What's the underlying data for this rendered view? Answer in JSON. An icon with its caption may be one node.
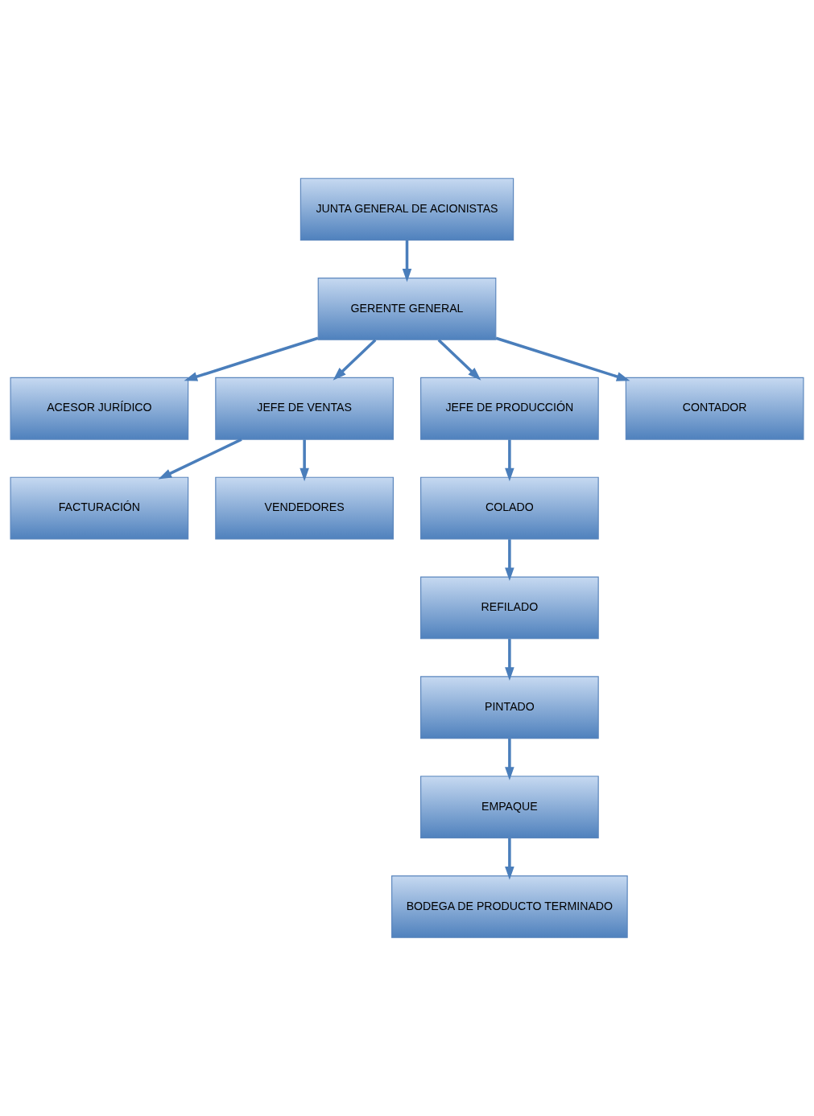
{
  "diagram": {
    "nodes": [
      {
        "text": [
          "JUNTA GENERAL DE ACIONISTAS"
        ]
      },
      {
        "text": [
          "GERENTE GENERAL"
        ]
      },
      {
        "text": [
          "ACESOR JURÍDICO"
        ]
      },
      {
        "text": [
          "JEFE DE VENTAS"
        ]
      },
      {
        "text": [
          "JEFE DE PRODUCCIÓN"
        ]
      },
      {
        "text": [
          "CONTADOR"
        ]
      },
      {
        "text": [
          "FACTURACIÓN"
        ]
      },
      {
        "text": [
          "VENDEDORES"
        ]
      },
      {
        "text": [
          "COLADO"
        ]
      },
      {
        "text": [
          "REFILADO"
        ]
      },
      {
        "text": [
          "PINTADO"
        ]
      },
      {
        "text": [
          "EMPAQUE"
        ]
      },
      {
        "text": [
          "BODEGA DE PRODUCTO TERMINADO"
        ]
      }
    ],
    "edges": [
      {
        "from": 0,
        "to": 1,
        "arrow": "to"
      },
      {
        "from": 1,
        "to": 2,
        "arrow": "to"
      },
      {
        "from": 1,
        "to": 3,
        "arrow": "to"
      },
      {
        "from": 1,
        "to": 4,
        "arrow": "to"
      },
      {
        "from": 1,
        "to": 5,
        "arrow": "to"
      },
      {
        "from": 3,
        "to": 6,
        "arrow": "to"
      },
      {
        "from": 3,
        "to": 7,
        "arrow": "to"
      },
      {
        "from": 4,
        "to": 8,
        "arrow": "to"
      },
      {
        "from": 8,
        "to": 9,
        "arrow": "to"
      },
      {
        "from": 9,
        "to": 10,
        "arrow": "to"
      },
      {
        "from": 10,
        "to": 11,
        "arrow": "to"
      },
      {
        "from": 11,
        "to": 12,
        "arrow": "to"
      }
    ]
  }
}
